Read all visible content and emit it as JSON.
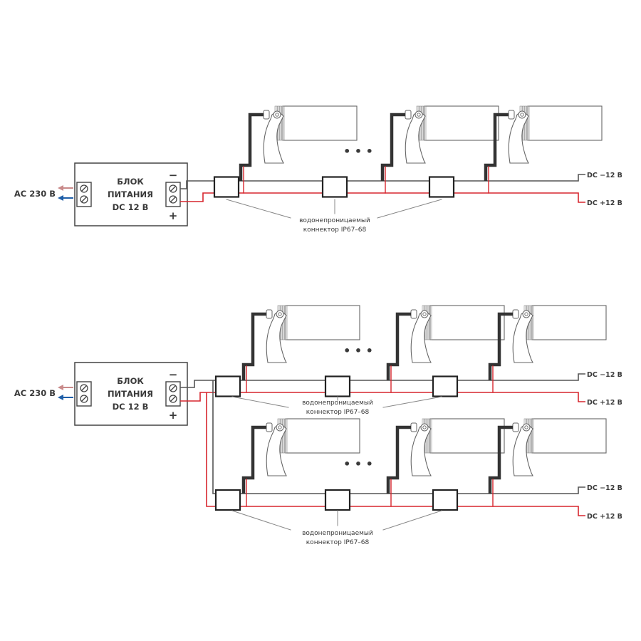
{
  "diagrams": [
    {
      "id": "single-line",
      "power_supply": {
        "title_lines": [
          "БЛОК",
          "ПИТАНИЯ",
          "DC 12 В"
        ],
        "input_label": "AC 230 В",
        "minus_sign": "−",
        "plus_sign": "+"
      },
      "lines": [
        {
          "lamp_count_shown": 3,
          "ellipsis": "• • •",
          "connector_count": 3,
          "outputs": {
            "negative": "DC −12 В",
            "positive": "DC +12 В"
          }
        }
      ],
      "connector_caption": [
        "водонепроницаемый",
        "коннектор IP67–68"
      ]
    },
    {
      "id": "two-lines",
      "power_supply": {
        "title_lines": [
          "БЛОК",
          "ПИТАНИЯ",
          "DC 12 В"
        ],
        "input_label": "AC 230 В",
        "minus_sign": "−",
        "plus_sign": "+"
      },
      "lines": [
        {
          "lamp_count_shown": 3,
          "ellipsis": "• • •",
          "connector_count": 3,
          "outputs": {
            "negative": "DC −12 В",
            "positive": "DC +12 В"
          }
        },
        {
          "lamp_count_shown": 3,
          "ellipsis": "• • •",
          "connector_count": 3,
          "outputs": {
            "negative": "DC −12 В",
            "positive": "DC +12 В"
          }
        }
      ],
      "connector_caption_top": [
        "водонепроницаемый",
        "коннектор IP67–68"
      ],
      "connector_caption_bottom": [
        "водонепроницаемый",
        "коннектор IP67–68"
      ]
    }
  ],
  "colors": {
    "negative_wire": "#555555",
    "positive_wire": "#d7262e",
    "ac_live": "#c98a8a",
    "ac_neutral": "#1f5fa8",
    "outline": "#444444",
    "lamp_cable": "#333333",
    "text": "#3a3a3a"
  }
}
